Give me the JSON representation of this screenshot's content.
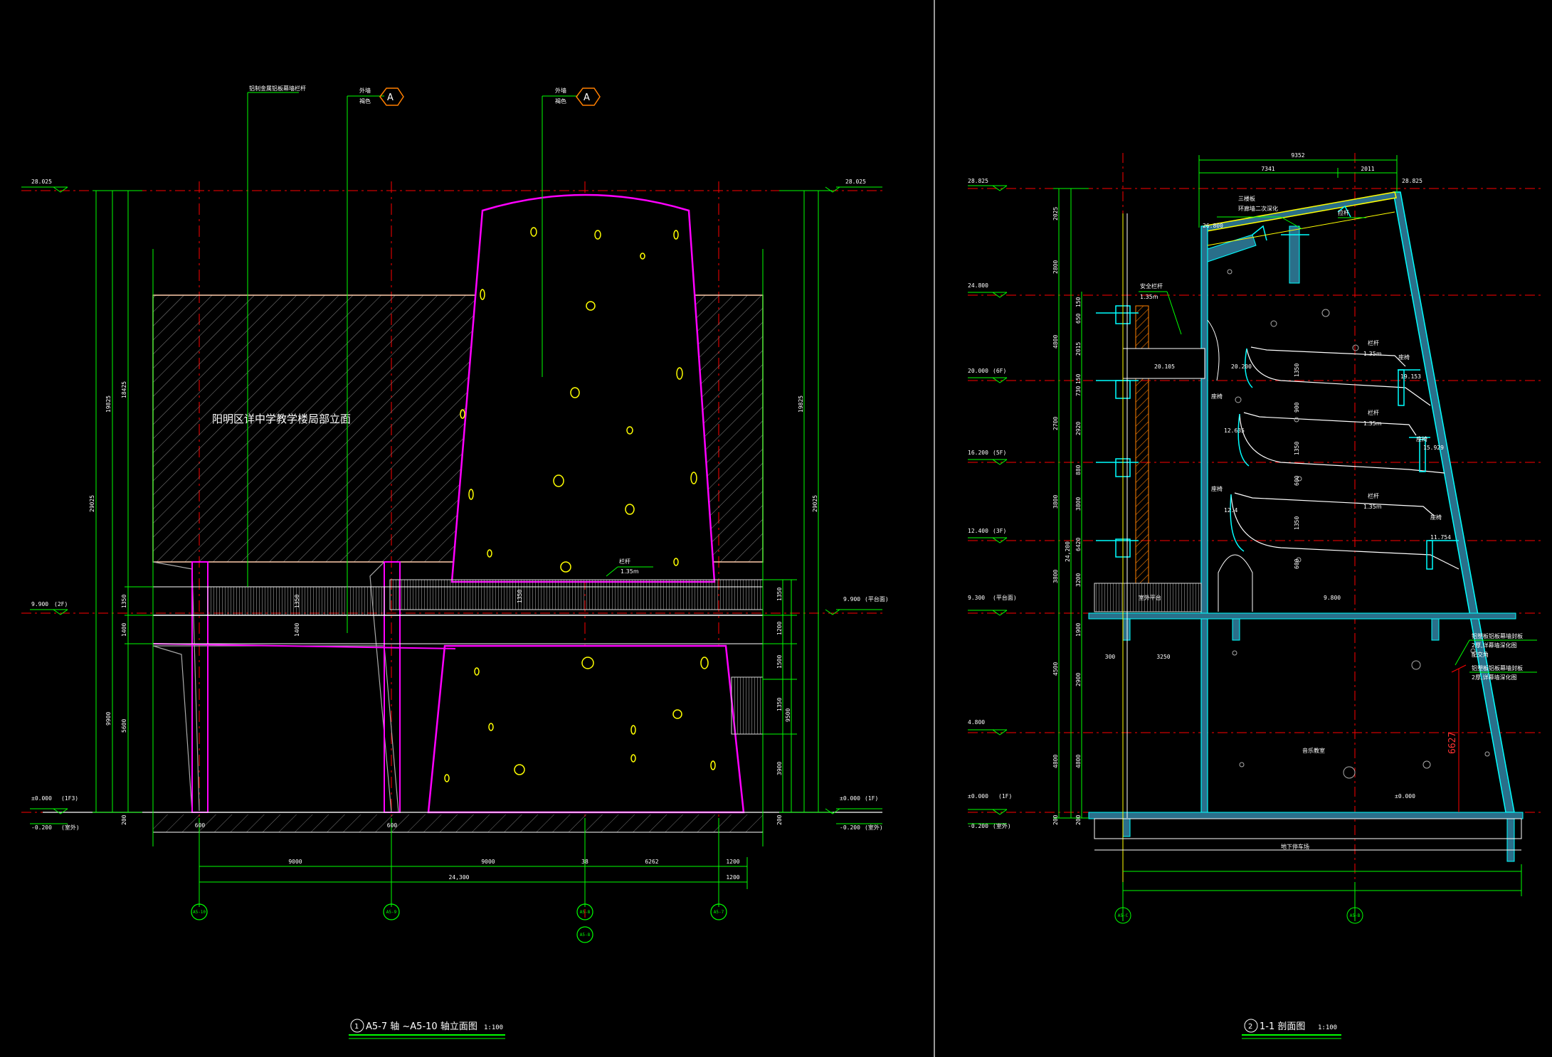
{
  "colors": {
    "background": "#000000",
    "white": "#ffffff",
    "green": "#00ff00",
    "red": "#ff0000",
    "magenta": "#ff00ff",
    "yellow": "#ffff00",
    "cyan": "#00ffff",
    "orange": "#ff7f00"
  },
  "left_view": {
    "title": "A5-7 轴 ~A5-10 轴立面图",
    "title_number": "1",
    "scale": "1:100",
    "wall_label": "阳明区详中学教学楼局部立面",
    "elevations": {
      "top_left": "28.025",
      "top_right": "28.025",
      "mid_left": "9.900",
      "mid_left_floor": "(2F)",
      "mid_right": "9.900",
      "mid_right_note": "(平台面)",
      "ground_left": "±0.000",
      "ground_left_note": "(1F3)",
      "ground_right": "±0.000",
      "ground_right_note": "(1F)",
      "below_left": "-0.200",
      "below_left_note": "(室外)",
      "below_right": "-0.200",
      "below_right_note": "(室外)"
    },
    "leaders": {
      "leader_1": "铝制金属铝板幕墙栏杆",
      "leader_2_a": "外墙",
      "leader_2_b": "褐色",
      "leader_3_a": "外墙",
      "leader_3_b": "褐色",
      "leader_4": "栏杆",
      "leader_4_b": "1.35m",
      "callout": "A"
    },
    "vertical_dims": {
      "d_1": "29025",
      "d_2": "19825",
      "d_3": "18425",
      "d_4": "1350",
      "d_5": "1400",
      "d_6": "9900",
      "d_7": "5600",
      "d_8": "1350",
      "d_9": "1200",
      "d_10": "1500",
      "d_11": "1350",
      "d_12": "3900",
      "d_13": "9500",
      "d_14": "29025",
      "d_15": "19825",
      "d_16": "200",
      "d_17": "200",
      "d_18": "1350",
      "d_19": "1350",
      "d_20": "1400"
    },
    "horizontal_dims": {
      "h_1": "9000",
      "h_2": "9000",
      "h_3": "38",
      "h_4": "6262",
      "h_5": "1200",
      "h_6": "24,300",
      "h_7": "1200",
      "h_8": "600",
      "h_9": "600"
    },
    "axes": [
      "A5-10",
      "A5-9",
      "A5-8",
      "A5-7",
      "A5-8"
    ]
  },
  "right_view": {
    "title": "1-1 剖面图",
    "title_number": "2",
    "scale": "1:100",
    "elevations": {
      "e_1": "28.825",
      "e_2": "24.800",
      "e_3": "20.000",
      "e_3b": "(6F)",
      "e_4": "16.200",
      "e_4b": "(5F)",
      "e_5": "12.400",
      "e_5b": "(3F)",
      "e_6": "9.300",
      "e_6b": "(平台面)",
      "e_7": "4.800",
      "e_8": "±0.000",
      "e_8b": "(1F)",
      "e_9": "-0.200",
      "e_9b": "(室外)",
      "e_10": "28.825",
      "e_11": "26.800",
      "e_12": "20.105",
      "e_13": "20.200",
      "e_14": "19.153",
      "e_15": "15.929",
      "e_16": "12.635",
      "e_17": "11.754",
      "e_18": "12.4",
      "e_19": "9.800",
      "e_20": "±0.000"
    },
    "top_dims": {
      "overall": "9352",
      "left": "7341",
      "right": "2011"
    },
    "labels": {
      "l_1": "三楼板",
      "l_2": "环廊墙二次深化",
      "l_3": "拉杆",
      "l_4": "安全栏杆",
      "l_5": "1.35m",
      "l_6": "栏杆",
      "l_7": "1.35m",
      "l_8": "栏杆",
      "l_9": "1.35m",
      "l_10": "栏杆",
      "l_11": "1.35m",
      "l_12": "座椅",
      "l_13": "座椅",
      "l_14": "座椅",
      "l_15": "座椅",
      "l_16": "座椅",
      "l_17": "室外平台",
      "l_18": "音乐教室",
      "l_19": "地下停车场",
      "r_1": "铝塑板铝板幕墙封板",
      "r_2": "2厚,详幕墙深化图",
      "r_3": "配交角",
      "r_4": "铝塑板铝板幕墙封板",
      "r_5": "2厚,详幕墙深化图",
      "dim_slope": "6627"
    },
    "vertical_dims": {
      "v_1": "2025",
      "v_2": "2800",
      "v_3": "4800",
      "v_4": "2700",
      "v_5": "3800",
      "v_6": "3800",
      "v_7": "4500",
      "v_8": "4800",
      "v_9": "24,200",
      "v_10": "200",
      "v_11": "150",
      "v_12": "650",
      "v_13": "2015",
      "v_14": "150",
      "v_15": "730",
      "v_16": "2920",
      "v_17": "880",
      "v_18": "3800",
      "v_19": "6420",
      "v_20": "3200",
      "v_21": "1900",
      "v_22": "2900",
      "v_23": "4800",
      "v_24": "200",
      "s_1": "1350",
      "s_2": "900",
      "s_3": "1350",
      "s_4": "600",
      "s_5": "1350",
      "s_6": "600"
    },
    "bottom_dims": {
      "b_1": "300",
      "b_2": "3250"
    },
    "axes": [
      "A5-C",
      "A5-B"
    ]
  }
}
